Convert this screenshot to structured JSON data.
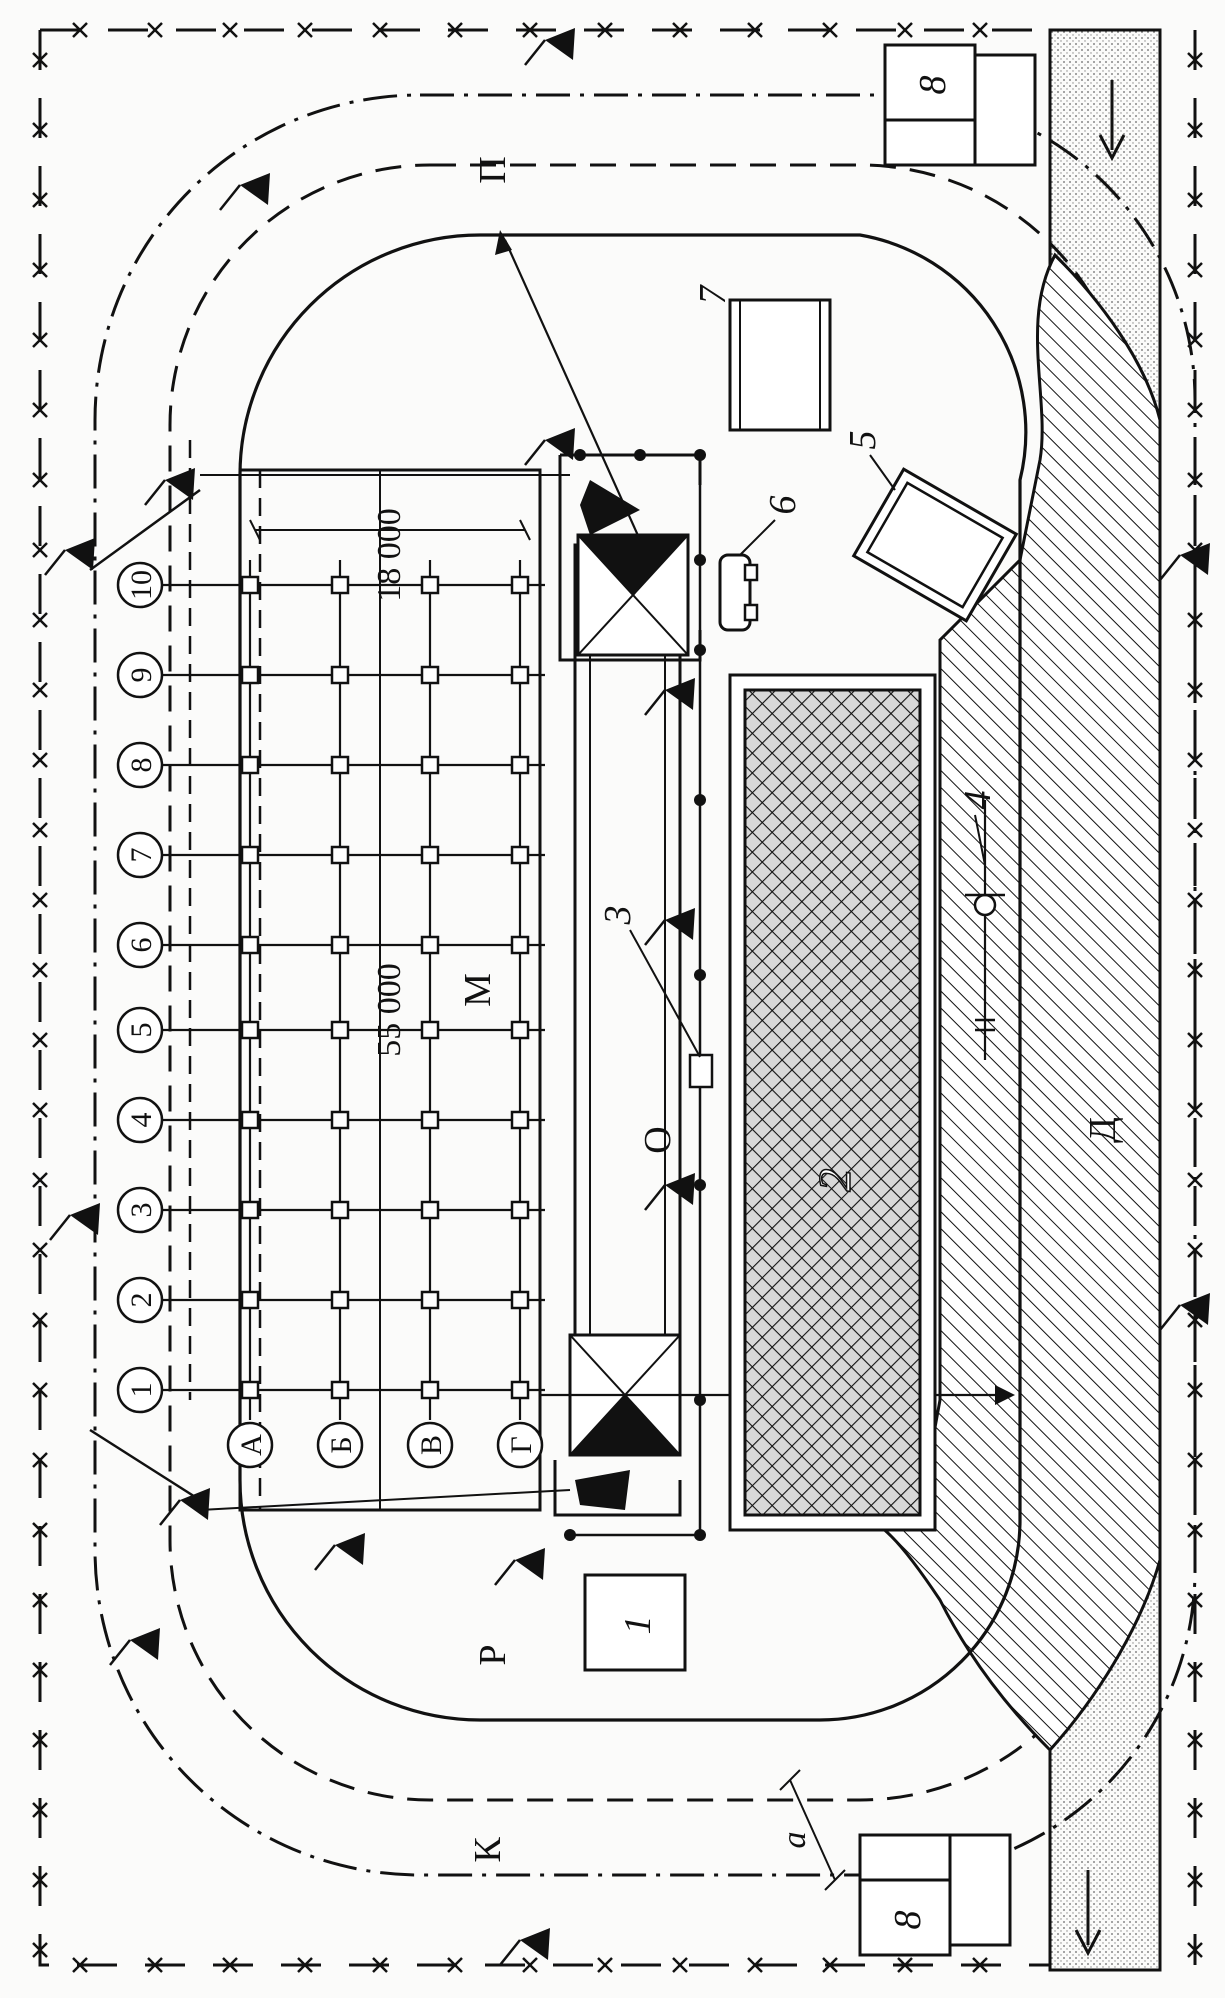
{
  "plan": {
    "dimensions": {
      "length": "55 000",
      "width": "18 000"
    },
    "axis_numbers": [
      "1",
      "2",
      "3",
      "4",
      "5",
      "6",
      "7",
      "8",
      "9",
      "10"
    ],
    "axis_letters": [
      "А",
      "Б",
      "В",
      "Г"
    ],
    "zone_letters": {
      "P": "П",
      "M": "М",
      "O": "О",
      "R": "Р",
      "K": "К",
      "D": "Д"
    },
    "objects": {
      "n1": "1",
      "n2": "2",
      "n3": "3",
      "n4": "4",
      "n5": "5",
      "n6": "6",
      "n7": "7",
      "n8a": "8",
      "n8b": "8"
    },
    "dim_a": "a"
  }
}
